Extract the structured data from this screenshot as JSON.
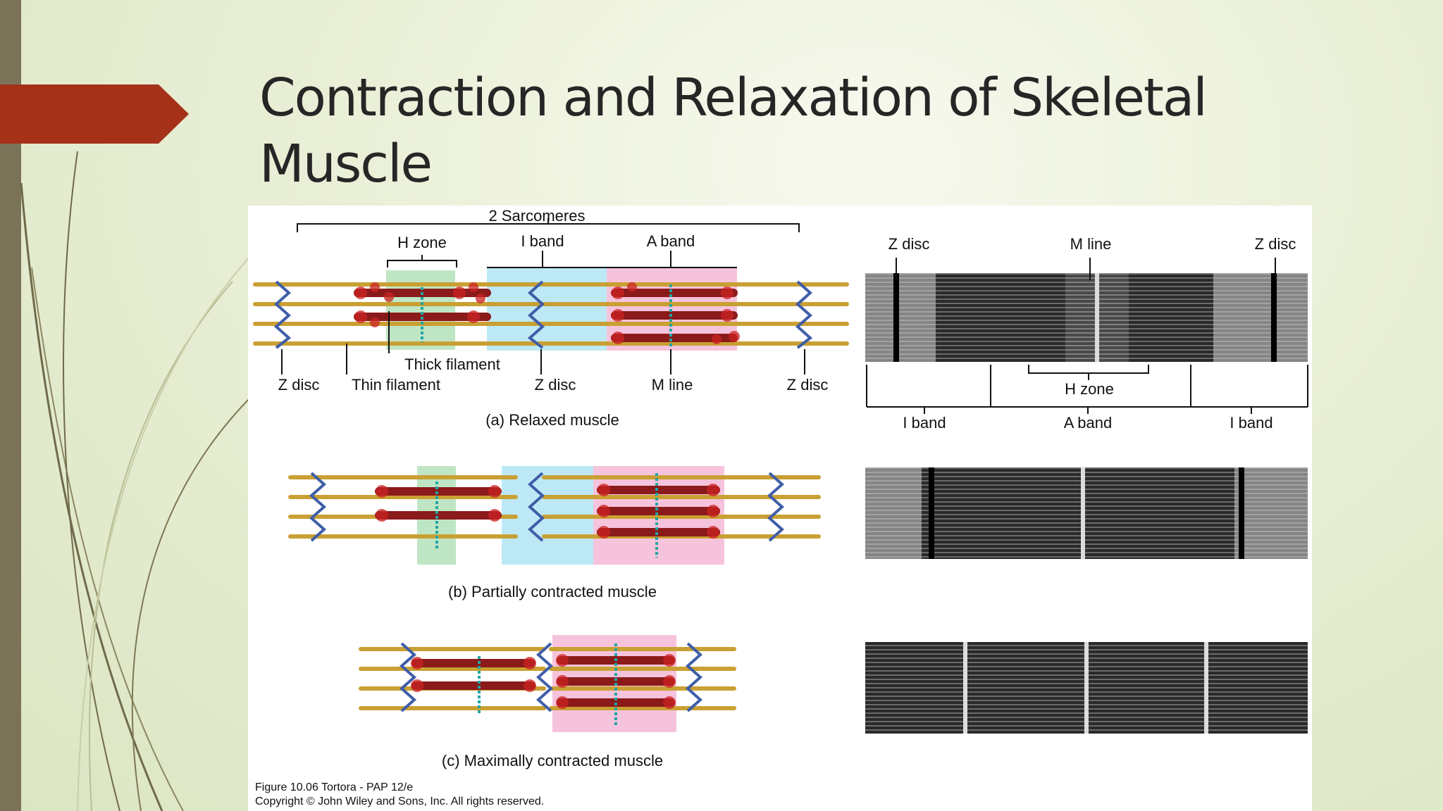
{
  "slide": {
    "title": "Contraction and Relaxation of Skeletal Muscle"
  },
  "figure": {
    "top_label": "2 Sarcomeres",
    "relaxed_labels": {
      "h_zone": "H zone",
      "i_band": "I band",
      "a_band": "A band",
      "thick_filament": "Thick filament",
      "z_disc_left": "Z disc",
      "thin_filament": "Thin filament",
      "z_disc_mid": "Z disc",
      "m_line": "M line",
      "z_disc_right": "Z disc"
    },
    "micrograph_labels": {
      "z_disc_left": "Z disc",
      "m_line": "M line",
      "z_disc_right": "Z disc",
      "h_zone": "H zone",
      "i_band_left": "I band",
      "a_band": "A band",
      "i_band_right": "I band"
    },
    "captions": {
      "a": "(a) Relaxed muscle",
      "b": "(b) Partially contracted muscle",
      "c": "(c) Maximally contracted muscle"
    },
    "credit_line1": "Figure 10.06  Tortora - PAP 12/e",
    "credit_line2": "Copyright © John Wiley and Sons, Inc. All rights reserved."
  },
  "colors": {
    "accent_arrow": "#a53119",
    "left_bar": "#7a7358",
    "thick_filament": "#8b1a1a",
    "thin_filament": "#c9a033",
    "z_disc": "#3f5ea8",
    "m_line": "#1fa5a5",
    "h_zone_fill": "#bfe6c4",
    "i_band_fill": "#bde9f7",
    "a_band_fill": "#f6c3dc"
  }
}
